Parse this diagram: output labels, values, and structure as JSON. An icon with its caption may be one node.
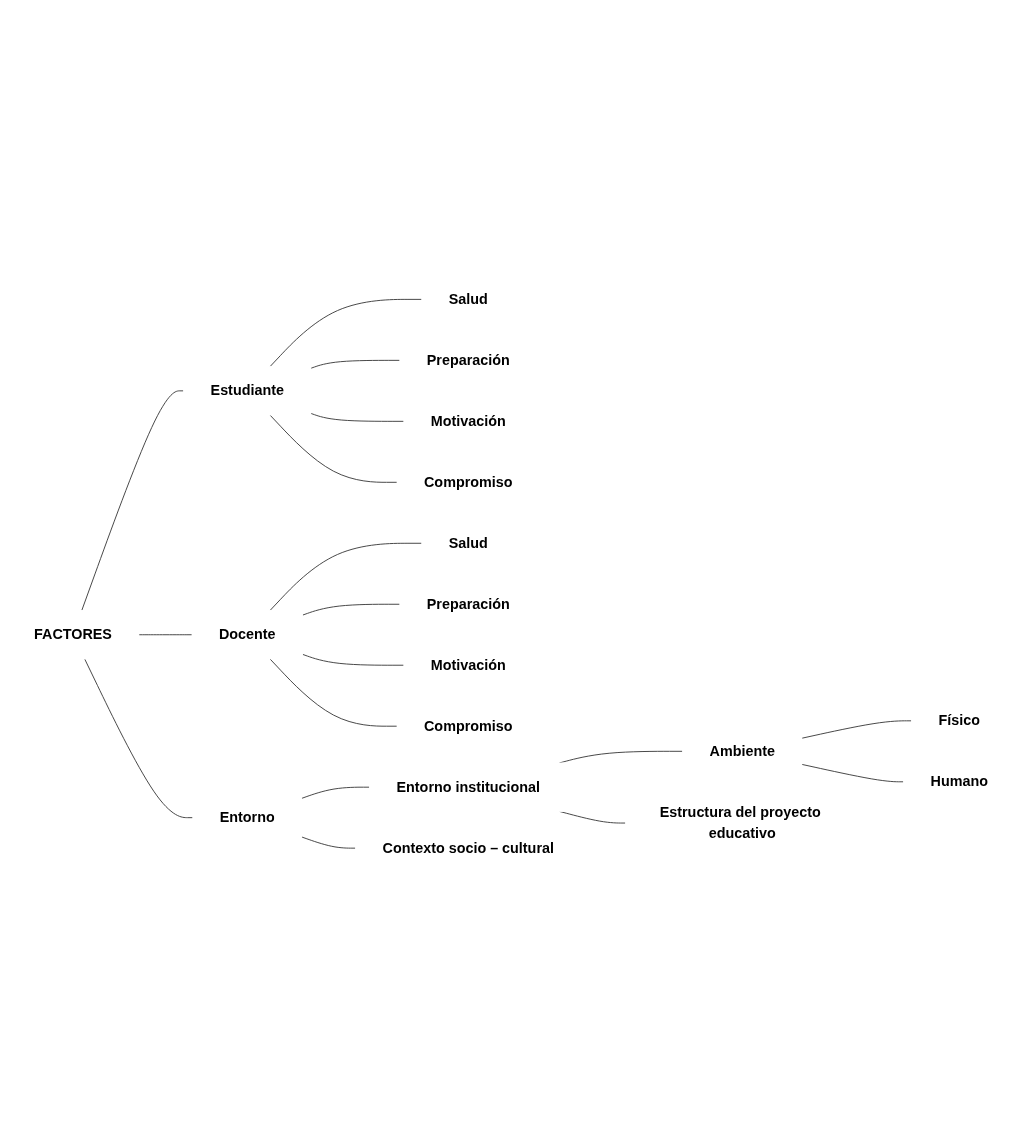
{
  "diagram": {
    "nodes": [
      {
        "text": [
          "FACTORES"
        ]
      },
      {
        "text": [
          "Estudiante"
        ]
      },
      {
        "text": [
          "Salud"
        ]
      },
      {
        "text": [
          "Preparación"
        ]
      },
      {
        "text": [
          "Motivación"
        ]
      },
      {
        "text": [
          "Compromiso"
        ]
      },
      {
        "text": [
          "Docente"
        ]
      },
      {
        "text": [
          "Salud"
        ]
      },
      {
        "text": [
          "Preparación"
        ]
      },
      {
        "text": [
          "Motivación"
        ]
      },
      {
        "text": [
          "Compromiso"
        ]
      },
      {
        "text": [
          "Entorno"
        ]
      },
      {
        "text": [
          "Entorno institucional"
        ]
      },
      {
        "text": [
          "Ambiente"
        ]
      },
      {
        "text": [
          "Físico"
        ]
      },
      {
        "text": [
          "Humano"
        ]
      },
      {
        "text": [
          "Estructura del proyecto educativo"
        ]
      },
      {
        "text": [
          "Contexto socio – cultural"
        ]
      }
    ],
    "edges": [
      {
        "from": 0,
        "to": 1,
        "arrow": "none"
      },
      {
        "from": 0,
        "to": 6,
        "arrow": "none"
      },
      {
        "from": 0,
        "to": 11,
        "arrow": "none"
      },
      {
        "from": 1,
        "to": 2,
        "arrow": "none"
      },
      {
        "from": 1,
        "to": 3,
        "arrow": "none"
      },
      {
        "from": 1,
        "to": 4,
        "arrow": "none"
      },
      {
        "from": 1,
        "to": 5,
        "arrow": "none"
      },
      {
        "from": 6,
        "to": 7,
        "arrow": "none"
      },
      {
        "from": 6,
        "to": 8,
        "arrow": "none"
      },
      {
        "from": 6,
        "to": 9,
        "arrow": "none"
      },
      {
        "from": 6,
        "to": 10,
        "arrow": "none"
      },
      {
        "from": 11,
        "to": 12,
        "arrow": "none"
      },
      {
        "from": 11,
        "to": 17,
        "arrow": "none"
      },
      {
        "from": 12,
        "to": 13,
        "arrow": "none"
      },
      {
        "from": 12,
        "to": 16,
        "arrow": "none"
      },
      {
        "from": 13,
        "to": 14,
        "arrow": "none"
      },
      {
        "from": 13,
        "to": 15,
        "arrow": "none"
      }
    ]
  }
}
